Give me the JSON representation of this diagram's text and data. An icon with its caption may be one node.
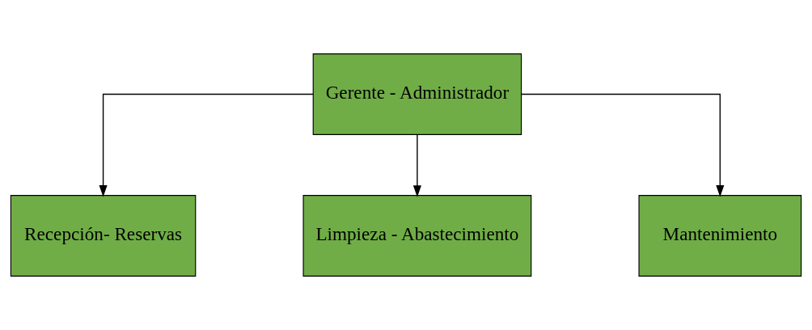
{
  "diagram": {
    "nodes": [
      {
        "text": [
          "Gerente - Administrador"
        ]
      },
      {
        "text": [
          "Recepción- Reservas"
        ]
      },
      {
        "text": [
          "Limpieza - Abastecimiento"
        ]
      },
      {
        "text": [
          "Mantenimiento"
        ]
      }
    ],
    "edges": [
      {
        "from": 0,
        "to": 1,
        "arrow": "to"
      },
      {
        "from": 0,
        "to": 2,
        "arrow": "to"
      },
      {
        "from": 0,
        "to": 3,
        "arrow": "to"
      }
    ]
  }
}
